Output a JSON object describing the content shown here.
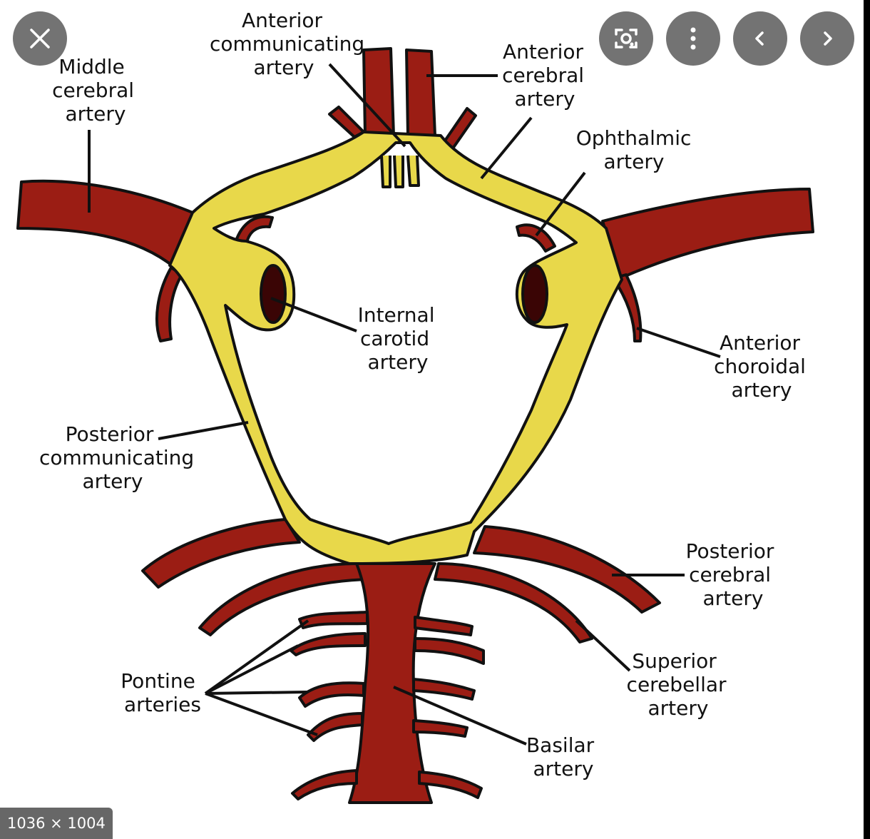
{
  "image": {
    "dimensions_badge": "1036 × 1004"
  },
  "overlay": {
    "close_icon": "close-icon",
    "lens_icon": "lens-search-icon",
    "more_icon": "more-options-icon",
    "prev_icon": "chevron-left-icon",
    "next_icon": "chevron-right-icon"
  },
  "colors": {
    "artery_red": "#9b1d14",
    "circle_yellow": "#e8d84a",
    "outline": "#111111",
    "lumen": "#3a0505"
  },
  "labels": {
    "anterior_communicating": [
      "Anterior",
      "communicating",
      "artery"
    ],
    "middle_cerebral": [
      "Middle",
      "cerebral",
      "artery"
    ],
    "anterior_cerebral": [
      "Anterior",
      "cerebral",
      "artery"
    ],
    "ophthalmic": [
      "Ophthalmic",
      "artery"
    ],
    "internal_carotid": [
      "Internal",
      "carotid",
      "artery"
    ],
    "anterior_choroidal": [
      "Anterior",
      "choroidal",
      "artery"
    ],
    "posterior_communicating": [
      "Posterior",
      "communicating",
      "artery"
    ],
    "posterior_cerebral": [
      "Posterior",
      "cerebral",
      "artery"
    ],
    "superior_cerebellar": [
      "Superior",
      "cerebellar",
      "artery"
    ],
    "pontine": [
      "Pontine",
      "arteries"
    ],
    "basilar": [
      "Basilar",
      "artery"
    ]
  }
}
